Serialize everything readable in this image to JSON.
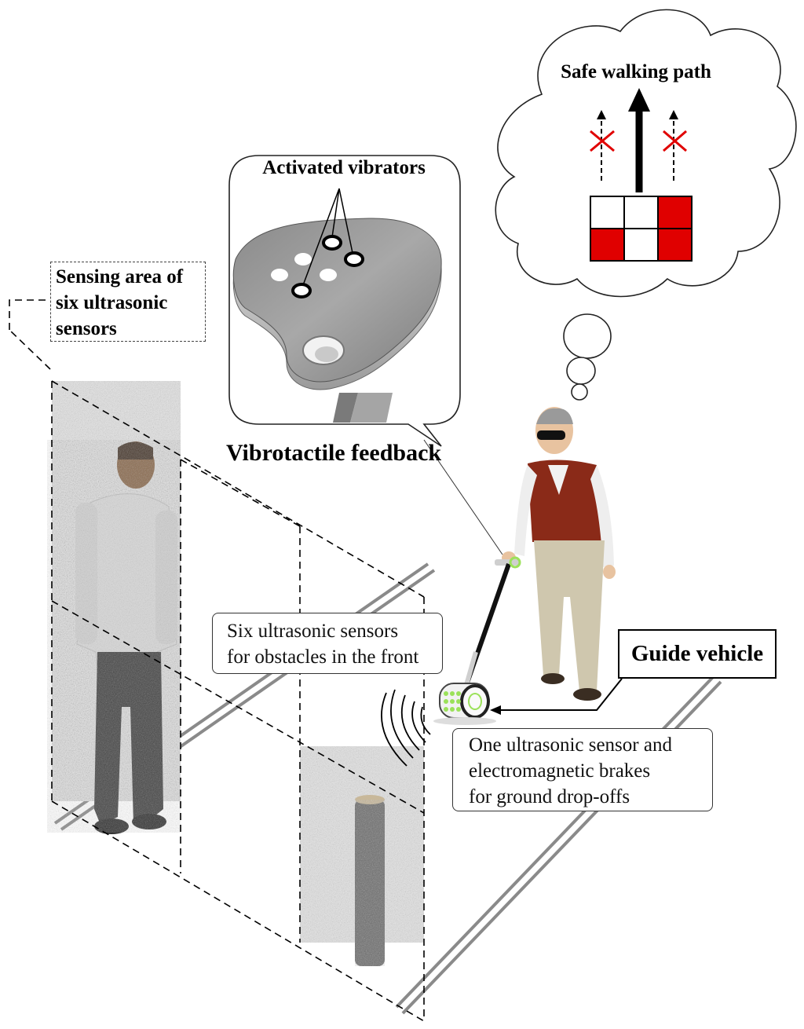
{
  "labels": {
    "safe_walking_path": "Safe walking path",
    "activated_vibrators": "Activated vibrators",
    "vibrotactile_feedback": "Vibrotactile feedback",
    "sensing_area": [
      "Sensing area of",
      "six ultrasonic",
      "sensors"
    ],
    "six_sensors": [
      "Six ultrasonic sensors",
      "for obstacles in the front"
    ],
    "guide_vehicle": "Guide vehicle",
    "drop_sensor": [
      "One ultrasonic sensor and",
      "electromagnetic brakes",
      "for ground drop-offs"
    ]
  },
  "grid": {
    "cells": [
      [
        "white",
        "white",
        "red"
      ],
      [
        "red",
        "white",
        "red"
      ]
    ]
  },
  "colors": {
    "active": "#e00000",
    "inactive": "#ffffff",
    "vest": "#8a2a18",
    "pants": "#cfc7ae",
    "led": "#9be15a"
  }
}
